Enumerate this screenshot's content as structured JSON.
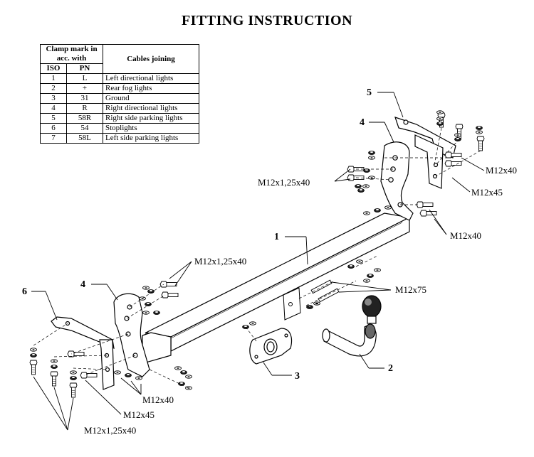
{
  "title": "FITTING INSTRUCTION",
  "table": {
    "header_clamp": "Clamp mark in acc. with",
    "header_cables": "Cables joining",
    "header_iso": "ISO",
    "header_pn": "PN",
    "rows": [
      {
        "iso": "1",
        "pn": "L",
        "desc": "Left directional lights"
      },
      {
        "iso": "2",
        "pn": "+",
        "desc": "Rear fog lights"
      },
      {
        "iso": "3",
        "pn": "31",
        "desc": "Ground"
      },
      {
        "iso": "4",
        "pn": "R",
        "desc": "Right directional lights"
      },
      {
        "iso": "5",
        "pn": "58R",
        "desc": "Right side parking lights"
      },
      {
        "iso": "6",
        "pn": "54",
        "desc": "Stoplights"
      },
      {
        "iso": "7",
        "pn": "58L",
        "desc": "Left side parking lights"
      }
    ]
  },
  "labels": {
    "m12x125x40_top": "M12x1,25x40",
    "m12x40_right_top": "M12x40",
    "m12x45_right": "M12x45",
    "m12x40_right_mid": "M12x40",
    "m12x125x40_mid": "M12x1,25x40",
    "m12x75": "M12x75",
    "m12x40_bottom": "M12x40",
    "m12x45_bottom": "M12x45",
    "m12x125x40_bottom": "M12x1,25x40"
  },
  "parts": {
    "p1": "1",
    "p2": "2",
    "p3": "3",
    "p4_right": "4",
    "p4_left": "4",
    "p5": "5",
    "p6": "6"
  }
}
